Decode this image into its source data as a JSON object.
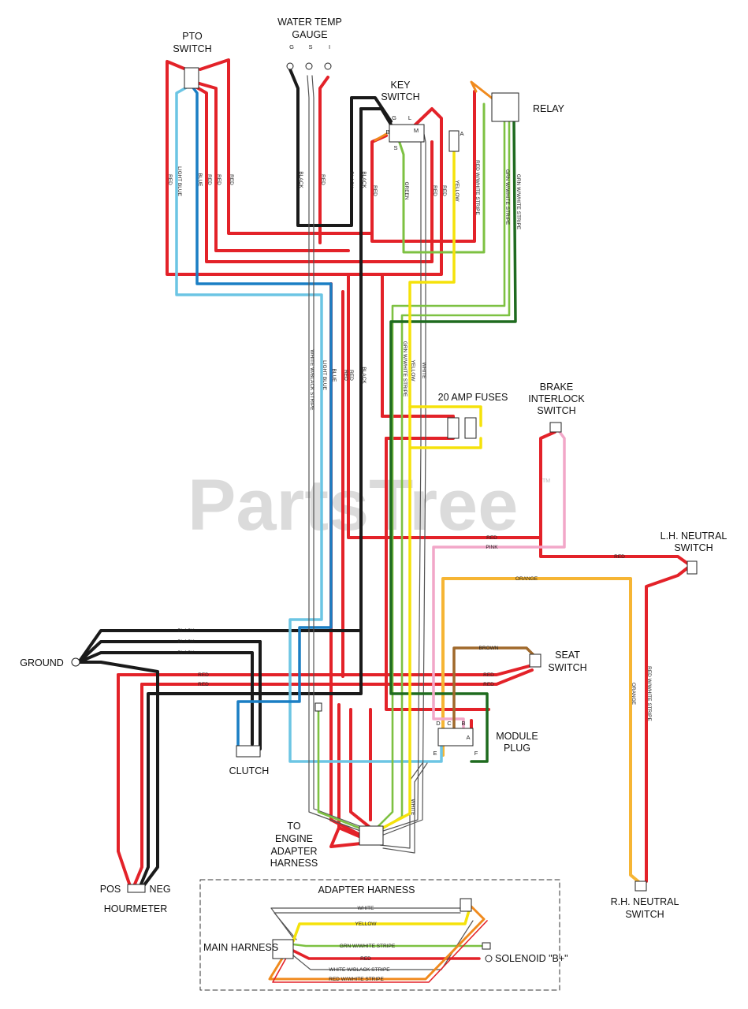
{
  "components": {
    "pto_switch": [
      "PTO",
      "SWITCH"
    ],
    "water_temp_gauge": [
      "WATER TEMP",
      "GAUGE"
    ],
    "key_switch": [
      "KEY",
      "SWITCH"
    ],
    "relay": "RELAY",
    "fuses": "20 AMP FUSES",
    "brake_interlock_switch": [
      "BRAKE",
      "INTERLOCK",
      "SWITCH"
    ],
    "lh_neutral_switch": [
      "L.H. NEUTRAL",
      "SWITCH"
    ],
    "ground": "GROUND",
    "seat_switch": [
      "SEAT",
      "SWITCH"
    ],
    "module_plug": [
      "MODULE",
      "PLUG"
    ],
    "clutch": "CLUTCH",
    "engine_adapter": [
      "TO",
      "ENGINE",
      "ADAPTER",
      "HARNESS"
    ],
    "hourmeter": "HOURMETER",
    "pos": "POS",
    "neg": "NEG",
    "rh_neutral_switch": [
      "R.H. NEUTRAL",
      "SWITCH"
    ]
  },
  "adapter_harness": {
    "title": "ADAPTER HARNESS",
    "main_harness": "MAIN HARNESS",
    "solenoid": "SOLENOID \"B+\""
  },
  "gauge_pins": [
    "G",
    "S",
    "I"
  ],
  "key_pins": [
    "G",
    "B",
    "L",
    "M",
    "S",
    "A"
  ],
  "module_pins": [
    "D",
    "C",
    "B",
    "A",
    "E",
    "F"
  ],
  "wire_labels": {
    "red": "RED",
    "black": "BLACK",
    "light_blue": "LIGHT BLUE",
    "blue": "BLUE",
    "green": "GREEN",
    "yellow": "YELLOW",
    "white": "WHITE",
    "pink": "PINK",
    "orange": "ORANGE",
    "brown": "BROWN",
    "red_white_stripe": "RED W/WHITE STRIPE",
    "grn_white_stripe": "GRN W/WHITE STRIPE",
    "white_black_stripe": "WHITE W/BLACK STRIPE"
  },
  "watermark": "PartsTree",
  "watermark_tm": "TM",
  "colors": {
    "red": "#e32229",
    "black": "#1a1a1a",
    "light_blue": "#6cc5e4",
    "blue": "#1a7ec4",
    "green": "#7dc142",
    "dark_green": "#1f6b1f",
    "yellow": "#f5e20a",
    "orange": "#f08a1d",
    "gold": "#f6b534",
    "pink": "#f2a7c8",
    "brown": "#a0692b",
    "white_wire": "#555555"
  }
}
